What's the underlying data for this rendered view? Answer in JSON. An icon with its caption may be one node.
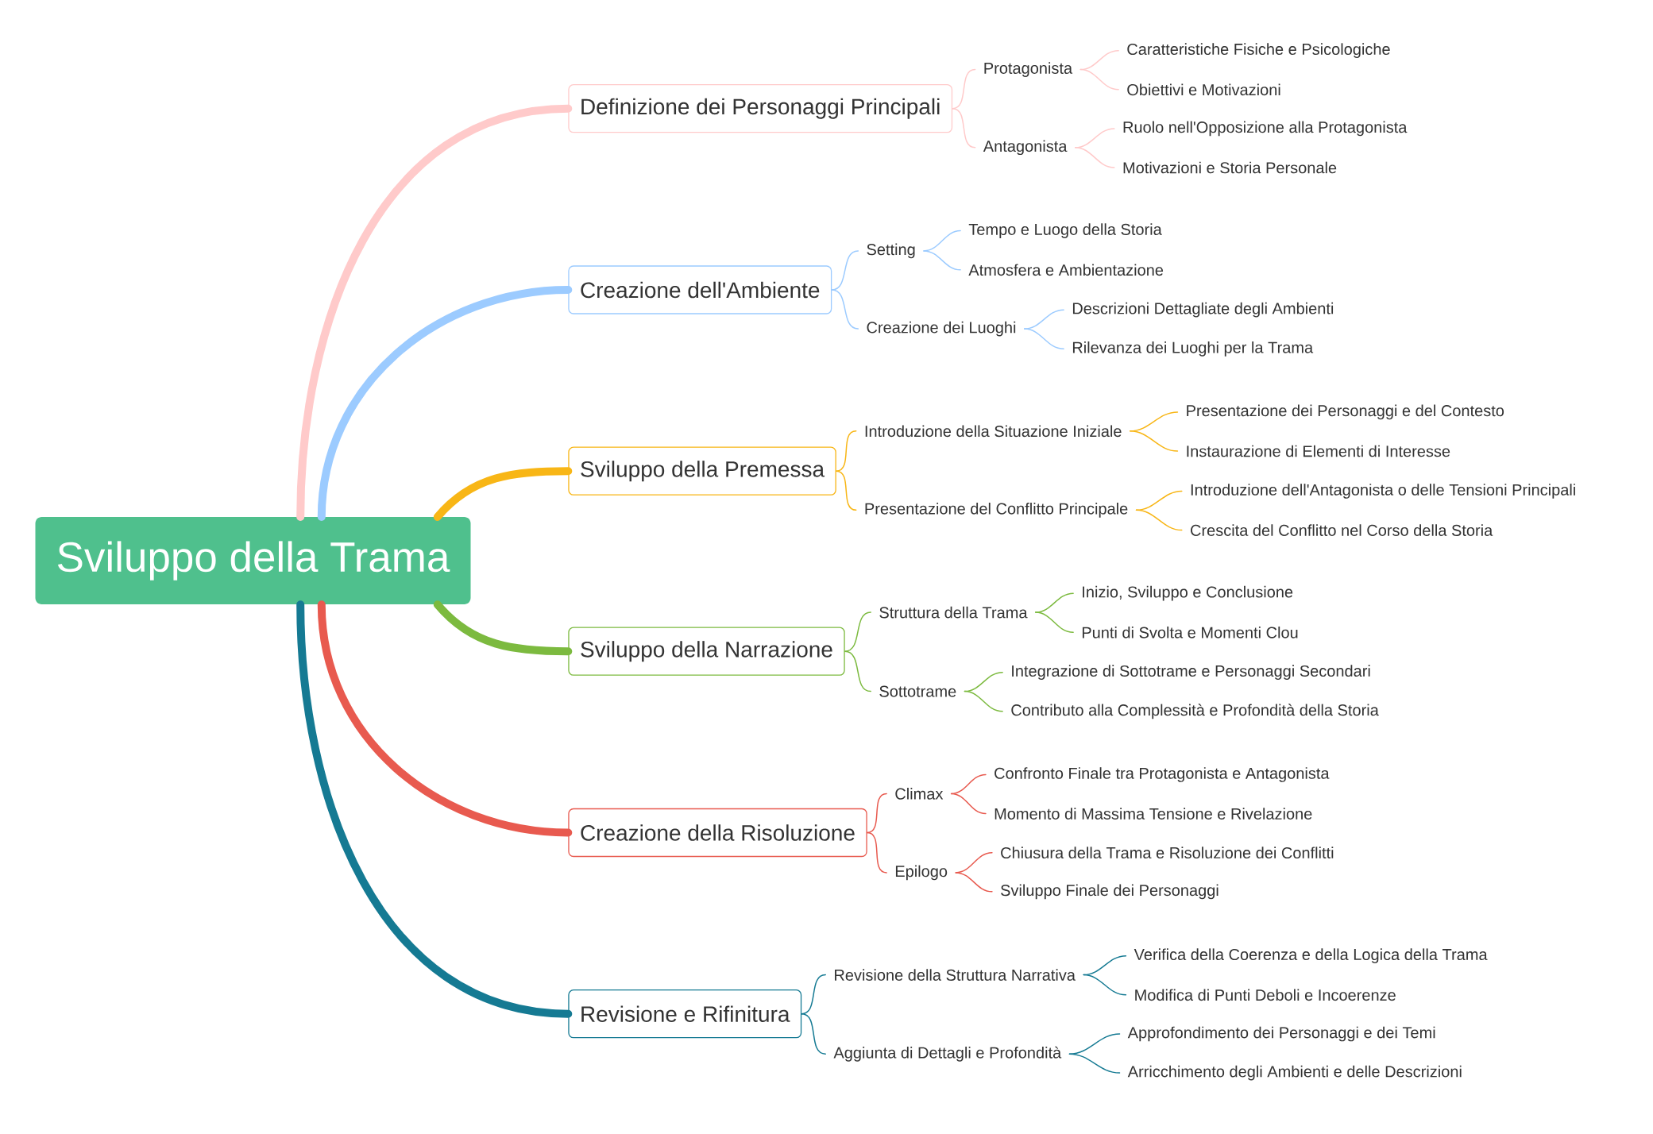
{
  "diagram": {
    "nodes": [
      {
        "text": [
          "Sviluppo della Trama"
        ]
      },
      {
        "text": [
          "Definizione dei Personaggi Principali"
        ]
      },
      {
        "text": [
          "Protagonista"
        ]
      },
      {
        "text": [
          "Caratteristiche Fisiche e Psicologiche"
        ]
      },
      {
        "text": [
          "Obiettivi e Motivazioni"
        ]
      },
      {
        "text": [
          "Antagonista"
        ]
      },
      {
        "text": [
          "Ruolo nell'Opposizione alla Protagonista"
        ]
      },
      {
        "text": [
          "Motivazioni e Storia Personale"
        ]
      },
      {
        "text": [
          "Creazione dell'Ambiente"
        ]
      },
      {
        "text": [
          "Setting"
        ]
      },
      {
        "text": [
          "Tempo e Luogo della Storia"
        ]
      },
      {
        "text": [
          "Atmosfera e Ambientazione"
        ]
      },
      {
        "text": [
          "Creazione dei Luoghi"
        ]
      },
      {
        "text": [
          "Descrizioni Dettagliate degli Ambienti"
        ]
      },
      {
        "text": [
          "Rilevanza dei Luoghi per la Trama"
        ]
      },
      {
        "text": [
          "Sviluppo della Premessa"
        ]
      },
      {
        "text": [
          "Introduzione della Situazione Iniziale"
        ]
      },
      {
        "text": [
          "Presentazione dei Personaggi e del Contesto"
        ]
      },
      {
        "text": [
          "Instaurazione di Elementi di Interesse"
        ]
      },
      {
        "text": [
          "Presentazione del Conflitto Principale"
        ]
      },
      {
        "text": [
          "Introduzione dell'Antagonista o delle Tensioni Principali"
        ]
      },
      {
        "text": [
          "Crescita del Conflitto nel Corso della Storia"
        ]
      },
      {
        "text": [
          "Sviluppo della Narrazione"
        ]
      },
      {
        "text": [
          "Struttura della Trama"
        ]
      },
      {
        "text": [
          "Inizio, Sviluppo e Conclusione"
        ]
      },
      {
        "text": [
          "Punti di Svolta e Momenti Clou"
        ]
      },
      {
        "text": [
          "Sottotrame"
        ]
      },
      {
        "text": [
          "Integrazione di Sottotrame e Personaggi Secondari"
        ]
      },
      {
        "text": [
          "Contributo alla Complessità e Profondità della Storia"
        ]
      },
      {
        "text": [
          "Creazione della Risoluzione"
        ]
      },
      {
        "text": [
          "Climax"
        ]
      },
      {
        "text": [
          "Confronto Finale tra Protagonista e Antagonista"
        ]
      },
      {
        "text": [
          "Momento di Massima Tensione e Rivelazione"
        ]
      },
      {
        "text": [
          "Epilogo"
        ]
      },
      {
        "text": [
          "Chiusura della Trama e Risoluzione dei Conflitti"
        ]
      },
      {
        "text": [
          "Sviluppo Finale dei Personaggi"
        ]
      },
      {
        "text": [
          "Revisione e Rifinitura"
        ]
      },
      {
        "text": [
          "Revisione della Struttura Narrativa"
        ]
      },
      {
        "text": [
          "Verifica della Coerenza e della Logica della Trama"
        ]
      },
      {
        "text": [
          "Modifica di Punti Deboli e Incoerenze"
        ]
      },
      {
        "text": [
          "Aggiunta di Dettagli e Profondità"
        ]
      },
      {
        "text": [
          "Approfondimento dei Personaggi e dei Temi"
        ]
      },
      {
        "text": [
          "Arricchimento degli Ambienti e delle Descrizioni"
        ]
      }
    ],
    "edges": [
      {
        "from": 0,
        "to": 1,
        "arrow": "none",
        "style": "thick",
        "color": "#ffcaca"
      },
      {
        "from": 1,
        "to": 2,
        "arrow": "none",
        "color": "#ffcaca"
      },
      {
        "from": 2,
        "to": 3,
        "arrow": "none",
        "color": "#ffcaca"
      },
      {
        "from": 2,
        "to": 4,
        "arrow": "none",
        "color": "#ffcaca"
      },
      {
        "from": 1,
        "to": 5,
        "arrow": "none",
        "color": "#ffcaca"
      },
      {
        "from": 5,
        "to": 6,
        "arrow": "none",
        "color": "#ffcaca"
      },
      {
        "from": 5,
        "to": 7,
        "arrow": "none",
        "color": "#ffcaca"
      },
      {
        "from": 0,
        "to": 8,
        "arrow": "none",
        "style": "thick",
        "color": "#9ccbff"
      },
      {
        "from": 8,
        "to": 9,
        "arrow": "none",
        "color": "#9ccbff"
      },
      {
        "from": 9,
        "to": 10,
        "arrow": "none",
        "color": "#9ccbff"
      },
      {
        "from": 9,
        "to": 11,
        "arrow": "none",
        "color": "#9ccbff"
      },
      {
        "from": 8,
        "to": 12,
        "arrow": "none",
        "color": "#9ccbff"
      },
      {
        "from": 12,
        "to": 13,
        "arrow": "none",
        "color": "#9ccbff"
      },
      {
        "from": 12,
        "to": 14,
        "arrow": "none",
        "color": "#9ccbff"
      },
      {
        "from": 0,
        "to": 15,
        "arrow": "none",
        "style": "thick",
        "color": "#f8b616"
      },
      {
        "from": 15,
        "to": 16,
        "arrow": "none",
        "color": "#f8b616"
      },
      {
        "from": 16,
        "to": 17,
        "arrow": "none",
        "color": "#f8b616"
      },
      {
        "from": 16,
        "to": 18,
        "arrow": "none",
        "color": "#f8b616"
      },
      {
        "from": 15,
        "to": 19,
        "arrow": "none",
        "color": "#f8b616"
      },
      {
        "from": 19,
        "to": 20,
        "arrow": "none",
        "color": "#f8b616"
      },
      {
        "from": 19,
        "to": 21,
        "arrow": "none",
        "color": "#f8b616"
      },
      {
        "from": 0,
        "to": 22,
        "arrow": "none",
        "style": "thick",
        "color": "#7cba3f"
      },
      {
        "from": 22,
        "to": 23,
        "arrow": "none",
        "color": "#7cba3f"
      },
      {
        "from": 23,
        "to": 24,
        "arrow": "none",
        "color": "#7cba3f"
      },
      {
        "from": 23,
        "to": 25,
        "arrow": "none",
        "color": "#7cba3f"
      },
      {
        "from": 22,
        "to": 26,
        "arrow": "none",
        "color": "#7cba3f"
      },
      {
        "from": 26,
        "to": 27,
        "arrow": "none",
        "color": "#7cba3f"
      },
      {
        "from": 26,
        "to": 28,
        "arrow": "none",
        "color": "#7cba3f"
      },
      {
        "from": 0,
        "to": 29,
        "arrow": "none",
        "style": "thick",
        "color": "#e85a4f"
      },
      {
        "from": 29,
        "to": 30,
        "arrow": "none",
        "color": "#e85a4f"
      },
      {
        "from": 30,
        "to": 31,
        "arrow": "none",
        "color": "#e85a4f"
      },
      {
        "from": 30,
        "to": 32,
        "arrow": "none",
        "color": "#e85a4f"
      },
      {
        "from": 29,
        "to": 33,
        "arrow": "none",
        "color": "#e85a4f"
      },
      {
        "from": 33,
        "to": 34,
        "arrow": "none",
        "color": "#e85a4f"
      },
      {
        "from": 33,
        "to": 35,
        "arrow": "none",
        "color": "#e85a4f"
      },
      {
        "from": 0,
        "to": 36,
        "arrow": "none",
        "style": "thick",
        "color": "#157a93"
      },
      {
        "from": 36,
        "to": 37,
        "arrow": "none",
        "color": "#157a93"
      },
      {
        "from": 37,
        "to": 38,
        "arrow": "none",
        "color": "#157a93"
      },
      {
        "from": 37,
        "to": 39,
        "arrow": "none",
        "color": "#157a93"
      },
      {
        "from": 36,
        "to": 40,
        "arrow": "none",
        "color": "#157a93"
      },
      {
        "from": 40,
        "to": 41,
        "arrow": "none",
        "color": "#157a93"
      },
      {
        "from": 40,
        "to": 42,
        "arrow": "none",
        "color": "#157a93"
      }
    ]
  }
}
